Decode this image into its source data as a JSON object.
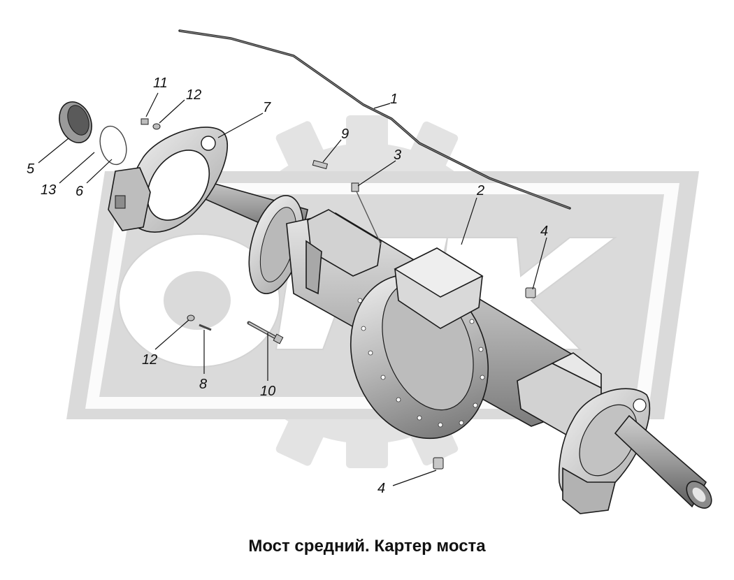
{
  "caption": "Мост средний. Картер моста",
  "watermark": {
    "text": "ОГК",
    "color": "#cfcfcf"
  },
  "callouts": [
    {
      "id": "c1",
      "text": "1"
    },
    {
      "id": "c2",
      "text": "2"
    },
    {
      "id": "c3",
      "text": "3"
    },
    {
      "id": "c4a",
      "text": "4"
    },
    {
      "id": "c4b",
      "text": "4"
    },
    {
      "id": "c5",
      "text": "5"
    },
    {
      "id": "c6",
      "text": "6"
    },
    {
      "id": "c7",
      "text": "7"
    },
    {
      "id": "c8",
      "text": "8"
    },
    {
      "id": "c9",
      "text": "9"
    },
    {
      "id": "c10",
      "text": "10"
    },
    {
      "id": "c11",
      "text": "11"
    },
    {
      "id": "c12a",
      "text": "12"
    },
    {
      "id": "c12b",
      "text": "12"
    },
    {
      "id": "c13",
      "text": "13"
    }
  ],
  "colors": {
    "metal_light": "#dcdcdc",
    "metal_mid": "#a9a9a9",
    "metal_dark": "#6f6f6f"
  }
}
